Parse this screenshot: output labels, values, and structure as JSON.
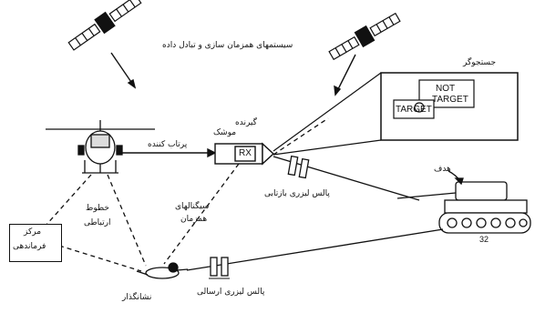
{
  "labels": {
    "sync_systems": "سیستمهای همزمان سازی و تبادل داده",
    "search": "جستجوگر",
    "not_target_1": "NOT",
    "not_target_2": "TARGET",
    "target": "TARGET",
    "launcher": "پرتاب کننده",
    "missile": "موشک",
    "receiver": "گیرنده",
    "rx": "RX",
    "target_label": "هدف",
    "reflected_pulse": "پالس لیزری بازتابی",
    "sync_signals_1": "سیگنالهای",
    "sync_signals_2": "همزمان",
    "comm_lines_1": "خطوط",
    "comm_lines_2": "ارتباطی",
    "command_center_1": "مرکز",
    "command_center_2": "فرماندهی",
    "designator": "نشانگذار",
    "sent_pulse": "پالس لیزری ارسالی",
    "tank_number": "32"
  }
}
